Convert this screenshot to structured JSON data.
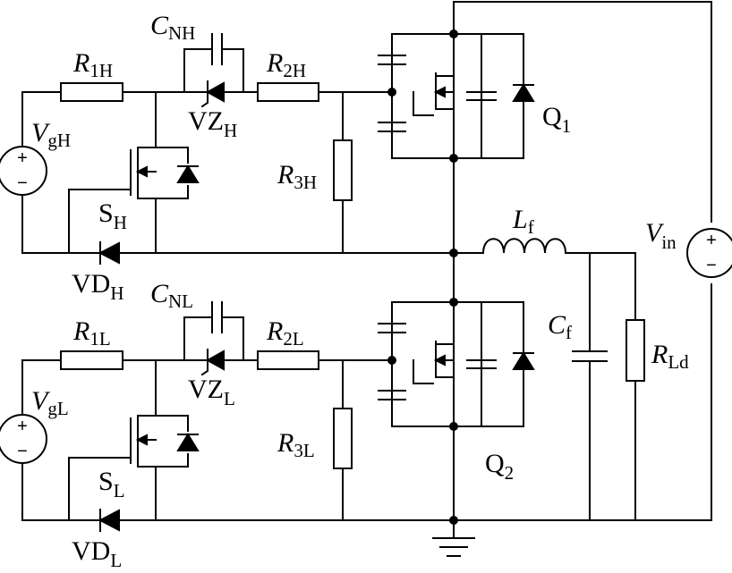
{
  "labels": {
    "CNH": {
      "main": "C",
      "sub": "NH"
    },
    "R1H": {
      "main": "R",
      "sub": "1H"
    },
    "R2H": {
      "main": "R",
      "sub": "2H"
    },
    "VZH": {
      "main": "VZ",
      "sub": "H"
    },
    "VgH": {
      "main": "V",
      "sub": "gH"
    },
    "SH": {
      "main": "S",
      "sub": "H"
    },
    "R3H": {
      "main": "R",
      "sub": "3H"
    },
    "VDH": {
      "main": "VD",
      "sub": "H"
    },
    "Q1": {
      "main": "Q",
      "sub": "1"
    },
    "Lf": {
      "main": "L",
      "sub": "f"
    },
    "Vin": {
      "main": "V",
      "sub": "in"
    },
    "CNL": {
      "main": "C",
      "sub": "NL"
    },
    "R1L": {
      "main": "R",
      "sub": "1L"
    },
    "R2L": {
      "main": "R",
      "sub": "2L"
    },
    "VZL": {
      "main": "VZ",
      "sub": "L"
    },
    "VgL": {
      "main": "V",
      "sub": "gL"
    },
    "SL": {
      "main": "S",
      "sub": "L"
    },
    "R3L": {
      "main": "R",
      "sub": "3L"
    },
    "VDL": {
      "main": "VD",
      "sub": "L"
    },
    "Q2": {
      "main": "Q",
      "sub": "2"
    },
    "Cf": {
      "main": "C",
      "sub": "f"
    },
    "RLd": {
      "main": "R",
      "sub": "Ld"
    }
  },
  "signs": {
    "plus": "+",
    "minus": "−"
  }
}
